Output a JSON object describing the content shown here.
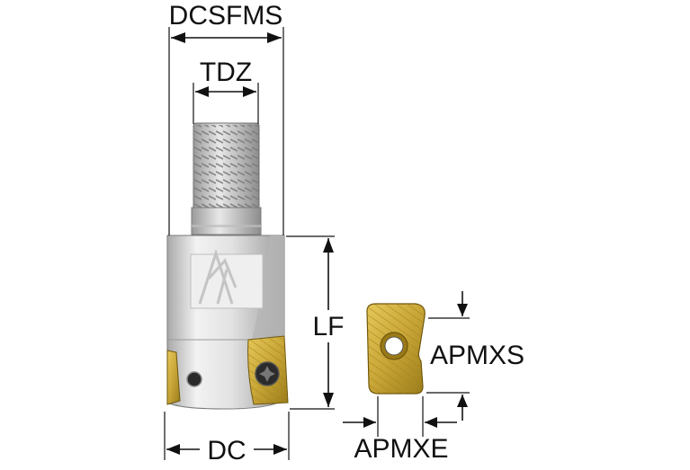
{
  "labels": {
    "dcsfms": "DCSFMS",
    "tdz": "TDZ",
    "lf": "LF",
    "apmxs": "APMXS",
    "dc": "DC",
    "apmxe": "APMXE"
  },
  "colors": {
    "body_light": "#e6e6e6",
    "body_dark": "#a9a9a9",
    "insert_gold": "#c8a537",
    "insert_dark": "#8a6d12",
    "line": "#111111"
  },
  "icons": {
    "screw": "torx-screw-icon",
    "hole": "coolant-hole-icon"
  }
}
